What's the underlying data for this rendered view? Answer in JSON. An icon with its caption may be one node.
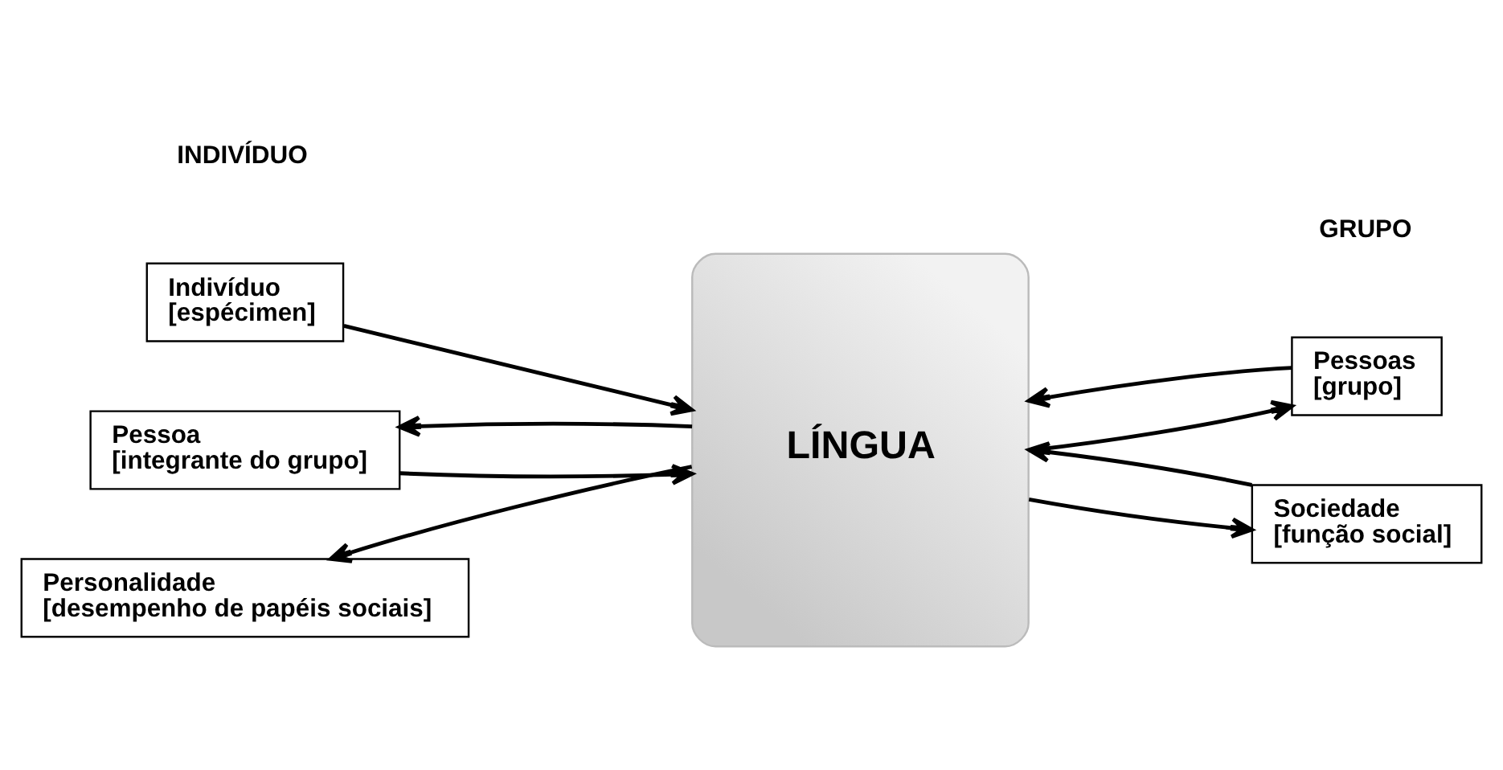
{
  "diagram": {
    "nodes": [
      {
        "text": [
          "Indivíduo",
          "[espécimen]"
        ]
      },
      {
        "text": [
          "LÍNGUA"
        ]
      },
      {
        "text": [
          "Pessoa",
          "[integrante do grupo]"
        ]
      },
      {
        "text": [
          "Personalidade",
          "[desempenho de papéis sociais]"
        ]
      },
      {
        "text": [
          "Pessoas",
          "[grupo]"
        ]
      },
      {
        "text": [
          "Sociedade",
          "[função social]"
        ]
      }
    ],
    "edges": [
      {
        "from": 0,
        "to": 1,
        "arrow": "to"
      },
      {
        "from": 1,
        "to": 2,
        "arrow": "to"
      },
      {
        "from": 2,
        "to": 1,
        "arrow": "to"
      },
      {
        "from": 1,
        "to": 3,
        "arrow": "to"
      },
      {
        "from": 1,
        "to": 4,
        "arrow": "to"
      },
      {
        "from": 4,
        "to": 1,
        "arrow": "to"
      },
      {
        "from": 1,
        "to": 5,
        "arrow": "to"
      },
      {
        "from": 5,
        "to": 1,
        "arrow": "to"
      }
    ],
    "labels": [
      "INDIVÍDUO",
      "GRUPO"
    ]
  }
}
